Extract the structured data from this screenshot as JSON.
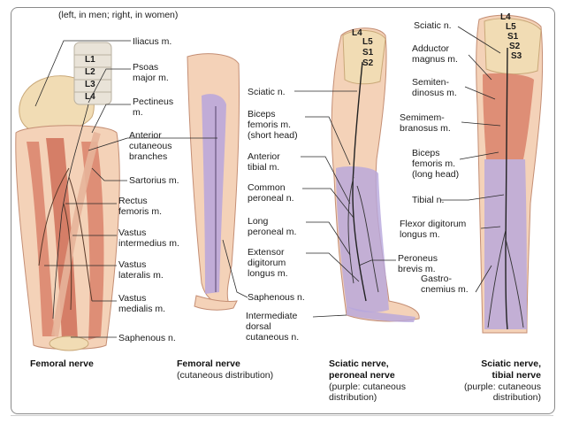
{
  "header_text": "(left, in men; right, in women)",
  "panel1": {
    "vertebrae": [
      "L1",
      "L2",
      "L3",
      "L4"
    ],
    "labels": [
      "Iliacus m.",
      "Psoas major m.",
      "Pectineus m.",
      "Anterior cutaneous branches",
      "Sartorius m.",
      "Rectus femoris m.",
      "Vastus intermedius m.",
      "Vastus lateralis m.",
      "Vastus medialis m.",
      "Saphenous n."
    ],
    "caption": "Femoral nerve"
  },
  "panel2": {
    "labels": [
      "Saphenous n."
    ],
    "caption_title": "Femoral nerve",
    "caption_sub": "(cutaneous distribution)"
  },
  "panel3": {
    "vertebrae": [
      "L4",
      "L5",
      "S1",
      "S2"
    ],
    "labels": [
      "Sciatic n.",
      "Biceps femoris m. (short head)",
      "Anterior tibial m.",
      "Common peroneal n.",
      "Long peroneal m.",
      "Extensor digitorum longus m.",
      "Peroneus brevis m.",
      "Intermediate dorsal cutaneous n."
    ],
    "caption_title": "Sciatic nerve, peroneal nerve",
    "caption_sub": "(purple: cutaneous distribution)"
  },
  "panel4": {
    "vertebrae": [
      "L4",
      "L5",
      "S1",
      "S2",
      "S3"
    ],
    "labels": [
      "Sciatic n.",
      "Adductor magnus m.",
      "Semitendinosus m.",
      "Semimembranosus m.",
      "Biceps femoris m. (long head)",
      "Tibial n.",
      "Flexor digitorum longus m.",
      "Gastrocnemius m."
    ],
    "caption_title": "Sciatic nerve, tibial nerve",
    "caption_sub": "(purple: cutaneous distribution)"
  },
  "colors": {
    "muscle": "#d9826a",
    "bone": "#f1dcb4",
    "skin": "#f4d2b8",
    "cutaneous": "#b7a6dc",
    "nerve": "#2b2b2b"
  }
}
